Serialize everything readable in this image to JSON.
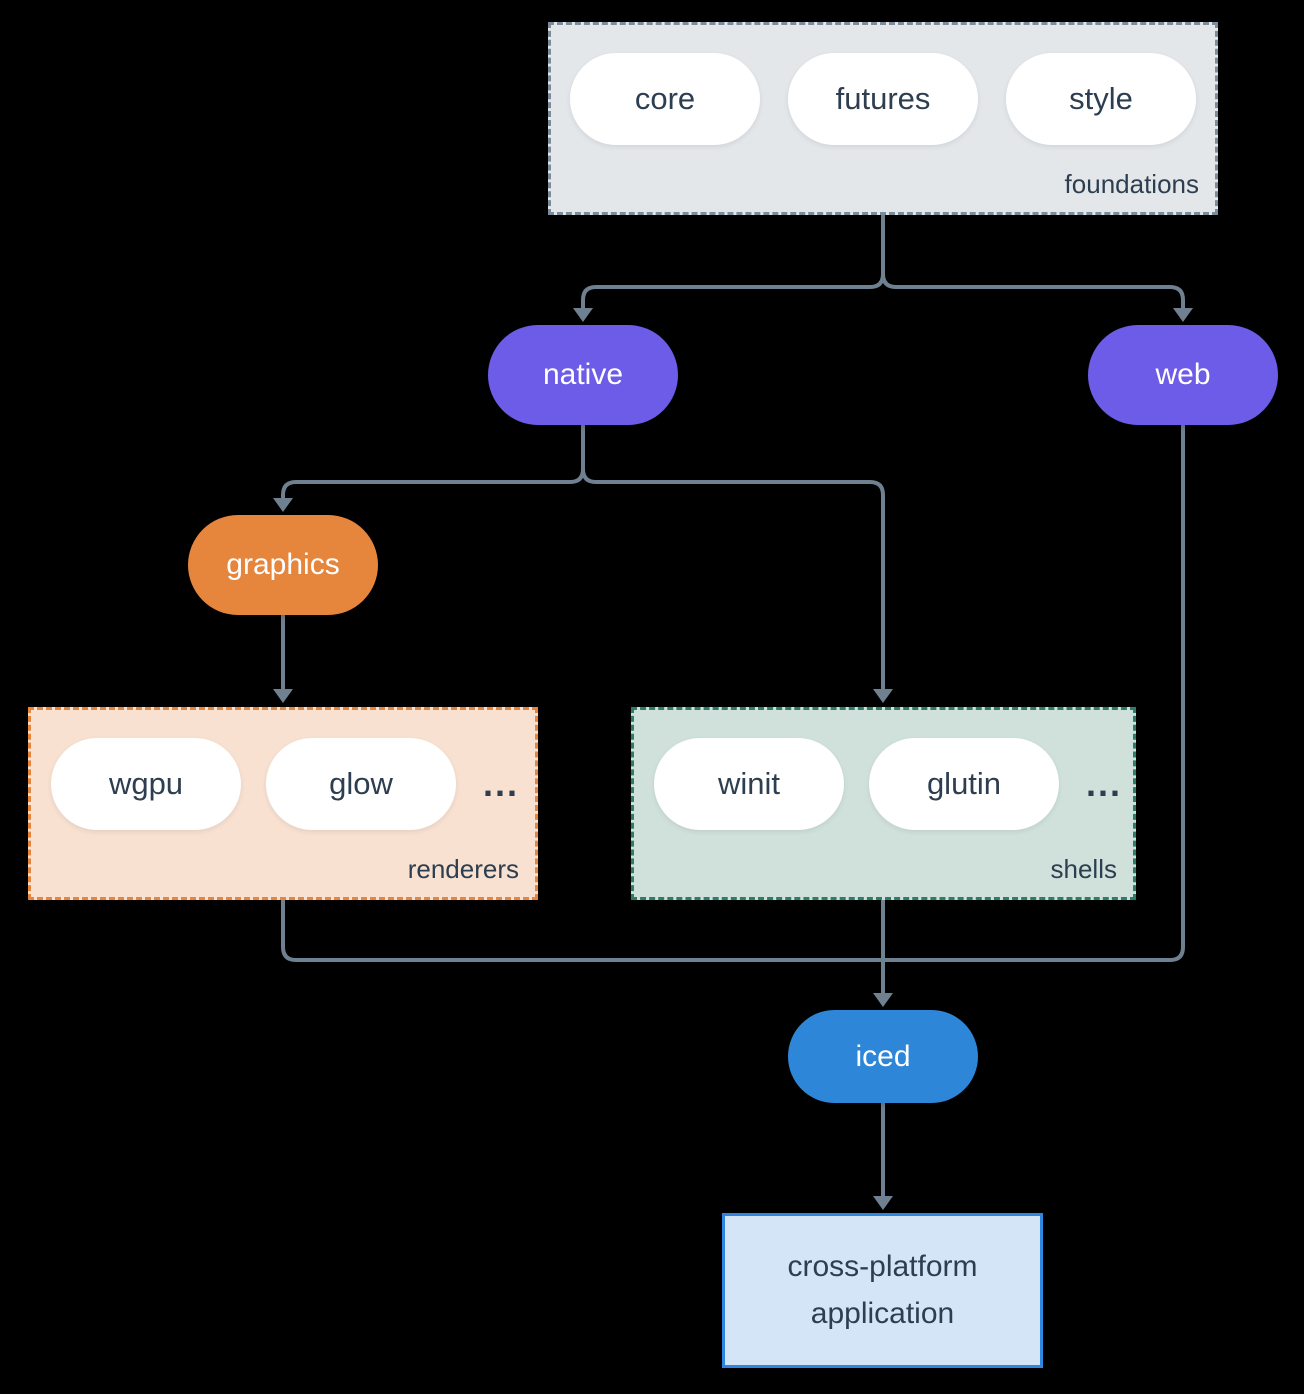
{
  "diagram": {
    "foundations": {
      "label": "foundations",
      "pills": [
        "core",
        "futures",
        "style"
      ]
    },
    "native": {
      "label": "native"
    },
    "web": {
      "label": "web"
    },
    "graphics": {
      "label": "graphics"
    },
    "renderers": {
      "label": "renderers",
      "pills": [
        "wgpu",
        "glow"
      ],
      "more": "..."
    },
    "shells": {
      "label": "shells",
      "pills": [
        "winit",
        "glutin"
      ],
      "more": "..."
    },
    "iced": {
      "label": "iced"
    },
    "application": {
      "label": "cross-platform application"
    },
    "colors": {
      "background": "#000000",
      "connector": "#6F8090",
      "node_purple": "#6C5CE7",
      "node_orange": "#E6853C",
      "node_blue": "#2E86D8",
      "pill_fill": "#FFFFFF",
      "text_dark": "#2D3E50",
      "foundations_fill": "#E3E7EA",
      "foundations_border": "#7D8C9B",
      "renderers_fill": "#F8E1D0",
      "renderers_border": "#E6853C",
      "shells_fill": "#D0E1DB",
      "shells_border": "#2B7F6A",
      "application_fill": "#D4E5F7",
      "application_border": "#2E86DE"
    }
  }
}
